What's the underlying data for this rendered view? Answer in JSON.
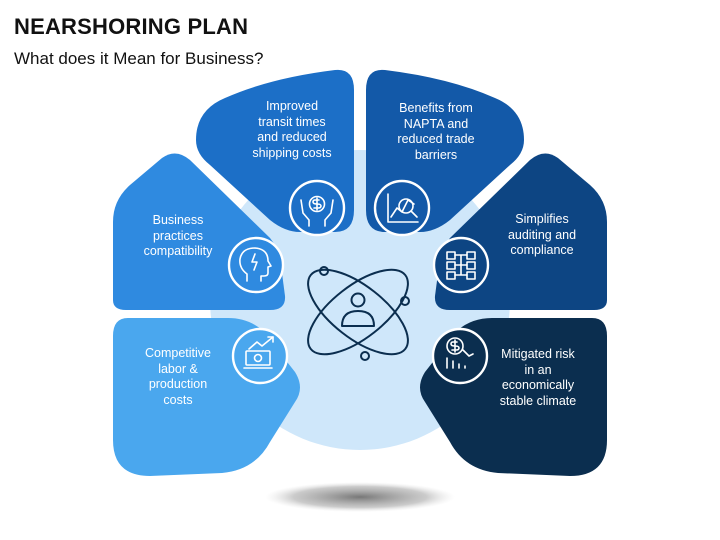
{
  "header": {
    "title": "NEARSHORING PLAN",
    "subtitle": "What does it Mean for Business?"
  },
  "colors": {
    "background": "#ffffff",
    "hub": "#cfe7fa",
    "icon_stroke": "#ffffff",
    "center_icon_stroke": "#0b2e4f",
    "shadow": "#8c8c8c"
  },
  "segments": [
    {
      "id": "labor",
      "label": "Competitive\nlabor &\nproduction\ncosts",
      "color": "#4aa7ee",
      "icon": "money-growth-icon"
    },
    {
      "id": "practices",
      "label": "Business\npractices\ncompatibility",
      "color": "#2f8ae0",
      "icon": "idea-head-icon"
    },
    {
      "id": "transit",
      "label": "Improved\ntransit times\nand reduced\nshipping costs",
      "color": "#1c6fc7",
      "icon": "hands-money-icon"
    },
    {
      "id": "napta",
      "label": "Benefits from\nNAPTA and\nreduced trade\nbarriers",
      "color": "#1359a8",
      "icon": "chart-analysis-icon"
    },
    {
      "id": "auditing",
      "label": "Simplifies\nauditing and\ncompliance",
      "color": "#0d4583",
      "icon": "flowchart-icon"
    },
    {
      "id": "risk",
      "label": "Mitigated risk\nin an\neconomically\nstable climate",
      "color": "#0b2e4f",
      "icon": "risk-decline-icon"
    }
  ],
  "center": {
    "icon": "atom-person-icon"
  }
}
